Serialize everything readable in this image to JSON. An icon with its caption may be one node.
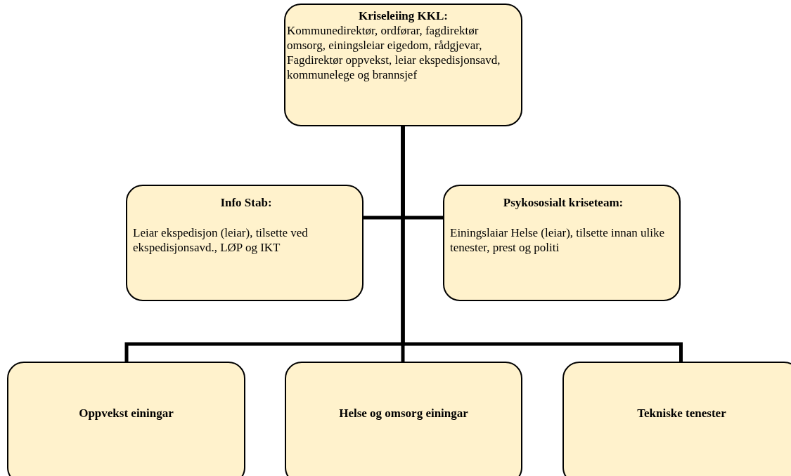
{
  "diagram": {
    "nodes": [
      {
        "text": [
          "Kriseleiing KKL:",
          "Kommunedirektør, ordførar, fagdirektør omsorg, einingsleiar eigedom, rådgjevar, Fagdirektør oppvekst, leiar ekspedisjonsavd, kommunelege og brannsjef"
        ]
      },
      {
        "text": [
          "Info Stab:",
          "Leiar ekspedisjon (leiar), tilsette ved ekspedisjonsavd., LØP og IKT"
        ]
      },
      {
        "text": [
          "Psykososialt kriseteam:",
          "Einingslaiar Helse (leiar), tilsette innan ulike tenester, prest og politi"
        ]
      },
      {
        "text": [
          "Oppvekst einingar"
        ]
      },
      {
        "text": [
          "Helse og omsorg einingar"
        ]
      },
      {
        "text": [
          "Tekniske tenester"
        ]
      }
    ],
    "edges": [
      {
        "from": 0,
        "to": 1,
        "arrow": "none"
      },
      {
        "from": 0,
        "to": 2,
        "arrow": "none"
      },
      {
        "from": 0,
        "to": 3,
        "arrow": "none"
      },
      {
        "from": 0,
        "to": 4,
        "arrow": "none"
      },
      {
        "from": 0,
        "to": 5,
        "arrow": "none"
      }
    ]
  }
}
